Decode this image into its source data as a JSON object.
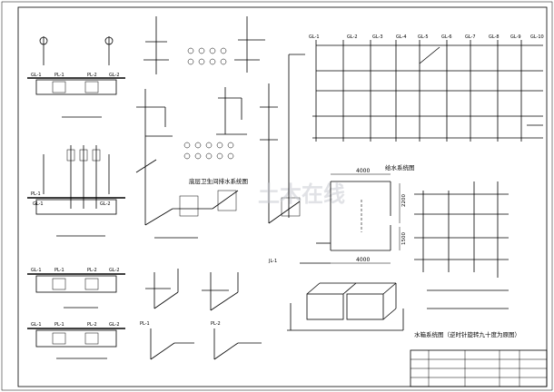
{
  "drawing": {
    "title_floor_bath": "底层卫生间排水系统图",
    "title_water_supply": "给水系统图",
    "title_hot_water": "水箱系统图（逆时针旋转九十度为原图）",
    "watermark": "土木在线"
  },
  "pipe_labels": {
    "gl_1": "GL-1",
    "gl_2": "GL-2",
    "gl_3": "GL-3",
    "gl_4": "GL-4",
    "gl_5": "GL-5",
    "gl_6": "GL-6",
    "gl_7": "GL-7",
    "gl_8": "GL-8",
    "gl_9": "GL-9",
    "gl_10": "GL-10",
    "pl_1": "PL-1",
    "pl_2": "PL-2",
    "jl_1": "JL-1"
  },
  "dimensions": {
    "d_4000_a": "4000",
    "d_4000_b": "4000",
    "d_2200": "2200",
    "d_1500": "1500"
  }
}
